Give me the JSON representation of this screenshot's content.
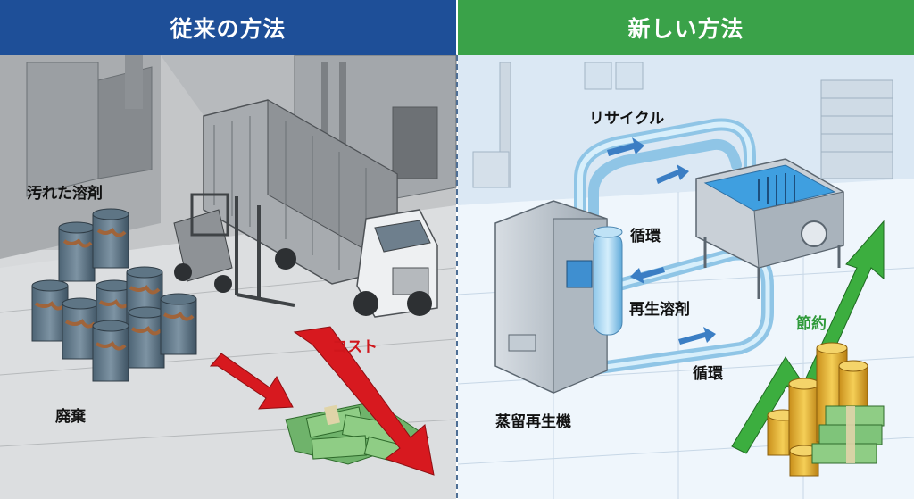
{
  "header": {
    "left_title": "従来の方法",
    "right_title": "新しい方法"
  },
  "left": {
    "dirty_solvent_label": "汚れた溶剤",
    "disposal_label": "廃棄",
    "cost_label": "コスト"
  },
  "right": {
    "recycle_label": "リサイクル",
    "circulation_top_label": "循環",
    "regenerated_solvent_label": "再生溶剤",
    "circulation_bottom_label": "循環",
    "distiller_label": "蒸留再生機",
    "savings_label": "節約"
  },
  "colors": {
    "left_header": "#1e4f98",
    "right_header": "#3aa249",
    "cost_arrow": "#d7191f",
    "savings_arrow": "#3cae3f",
    "money": "#7fc47a",
    "coins": "#e8b431",
    "pipe": "#a9d7f0"
  }
}
